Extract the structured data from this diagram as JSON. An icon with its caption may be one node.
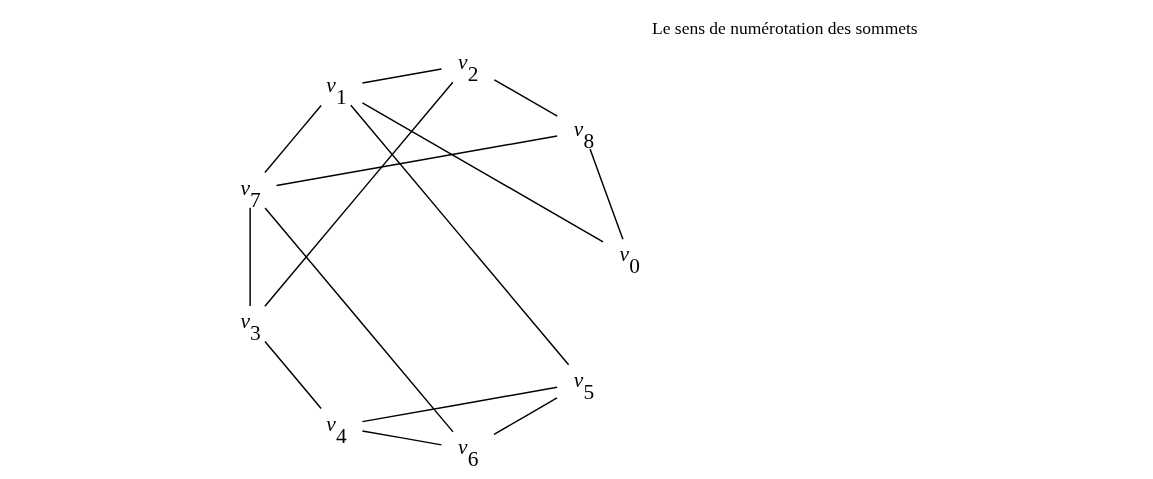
{
  "diagram": {
    "nodes": [
      {
        "text": [
          "v$_{0}$"
        ]
      },
      {
        "text": [
          "v$_{8}$"
        ]
      },
      {
        "text": [
          "v$_{1}$"
        ]
      },
      {
        "text": [
          "v$_{7}$"
        ]
      },
      {
        "text": [
          "v$_{2}$"
        ]
      },
      {
        "text": [
          "v$_{6}$"
        ]
      },
      {
        "text": [
          "v$_{3}$"
        ]
      },
      {
        "text": [
          "v$_{5}$"
        ]
      },
      {
        "text": [
          "v$_{4}$"
        ]
      }
    ],
    "edges": [
      {
        "from": 1,
        "to": 0,
        "arrow": "none"
      },
      {
        "from": 0,
        "to": 2,
        "arrow": "none"
      },
      {
        "from": 1,
        "to": 3,
        "arrow": "none"
      },
      {
        "from": 1,
        "to": 4,
        "arrow": "none"
      },
      {
        "from": 2,
        "to": 3,
        "arrow": "none"
      },
      {
        "from": 2,
        "to": 7,
        "arrow": "none"
      },
      {
        "from": 2,
        "to": 4,
        "arrow": "none"
      },
      {
        "from": 3,
        "to": 5,
        "arrow": "none"
      },
      {
        "from": 3,
        "to": 6,
        "arrow": "none"
      },
      {
        "from": 4,
        "to": 6,
        "arrow": "none"
      },
      {
        "from": 5,
        "to": 7,
        "arrow": "none"
      },
      {
        "from": 5,
        "to": 8,
        "arrow": "none"
      },
      {
        "from": 7,
        "to": 8,
        "arrow": "none"
      },
      {
        "from": 8,
        "to": 6,
        "arrow": "none"
      }
    ],
    "labels": [
      "Le sens de numérotation des sommets"
    ]
  }
}
